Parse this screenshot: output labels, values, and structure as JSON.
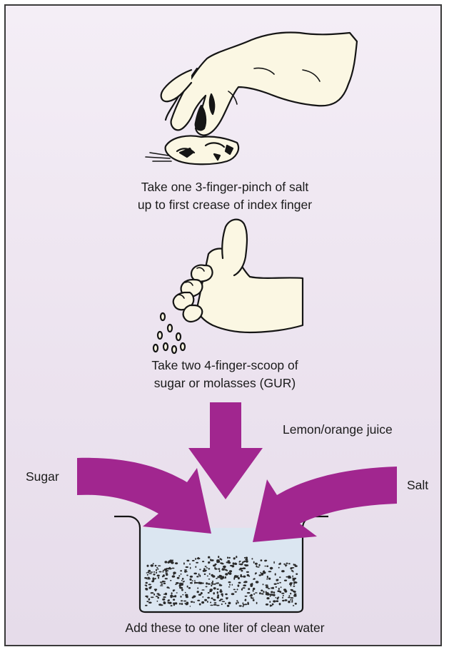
{
  "captions": {
    "salt_line1": "Take one 3-finger-pinch of salt",
    "salt_line2": "up to first crease of index finger",
    "sugar_line1": "Take two 4-finger-scoop of",
    "sugar_line2": "sugar or molasses (GUR)",
    "bottom": "Add these to one liter of clean water"
  },
  "labels": {
    "lemon": "Lemon/orange juice",
    "sugar": "Sugar",
    "salt": "Salt"
  },
  "colors": {
    "arrow": "#a1268f",
    "skin": "#fbf7e3",
    "water": "#dbe6f1",
    "outline": "#151515"
  },
  "icons": {
    "hand_pinch": "pinching-hand-icon",
    "hand_scoop": "scooping-hand-icon",
    "bowl": "water-bowl-icon"
  }
}
